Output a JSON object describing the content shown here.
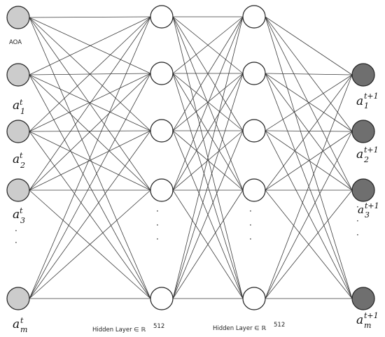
{
  "input_layer": {
    "color": "#cccccc",
    "first_node_label": "AOA",
    "labels": [
      {
        "base": "a",
        "sub": "1",
        "sup": "t"
      },
      {
        "base": "a",
        "sub": "2",
        "sup": "t"
      },
      {
        "base": "a",
        "sub": "3",
        "sup": "t"
      },
      {
        "base": "a",
        "sub": "m",
        "sup": "t"
      }
    ]
  },
  "hidden_layers": [
    {
      "caption": "Hidden Layer ∈ ℝ",
      "caption_sup": "512",
      "color": "#ffffff"
    },
    {
      "caption": "Hidden Layer ∈ ℝ",
      "caption_sup": "512",
      "color": "#ffffff"
    }
  ],
  "output_layer": {
    "color": "#6f6f6f",
    "labels": [
      {
        "base": "a",
        "sub": "1",
        "sup": "t+1"
      },
      {
        "base": "a",
        "sub": "2",
        "sup": "t+1"
      },
      {
        "base": "a",
        "sub": "3",
        "sup": "t+1"
      },
      {
        "base": "a",
        "sub": "m",
        "sup": "t+1"
      }
    ]
  },
  "ellipsis": "·"
}
